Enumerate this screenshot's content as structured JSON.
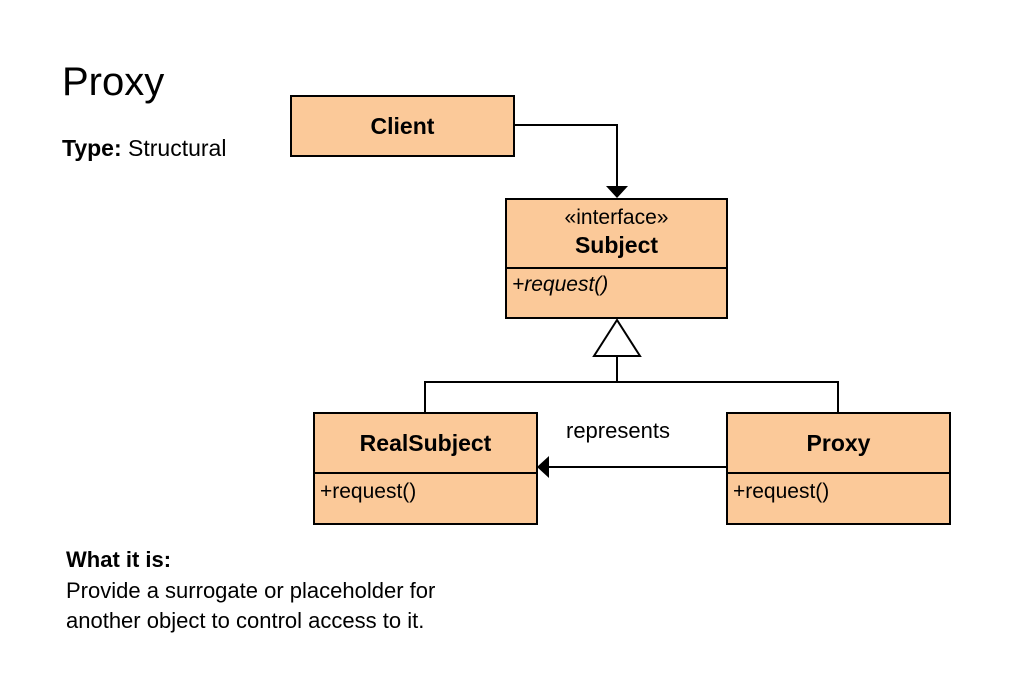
{
  "title": "Proxy",
  "type_label": "Type:",
  "type_value": "Structural",
  "classes": {
    "client": {
      "name": "Client"
    },
    "subject": {
      "stereotype": "«interface»",
      "name": "Subject",
      "operation": "+request()"
    },
    "realsubject": {
      "name": "RealSubject",
      "operation": "+request()"
    },
    "proxy": {
      "name": "Proxy",
      "operation": "+request()"
    }
  },
  "association_label": "represents",
  "description": {
    "heading": "What it is:",
    "lines": [
      "Provide a surrogate or placeholder for",
      "another object to control access to it."
    ]
  },
  "colors": {
    "box_fill": "#fbc999",
    "line": "#000000"
  }
}
